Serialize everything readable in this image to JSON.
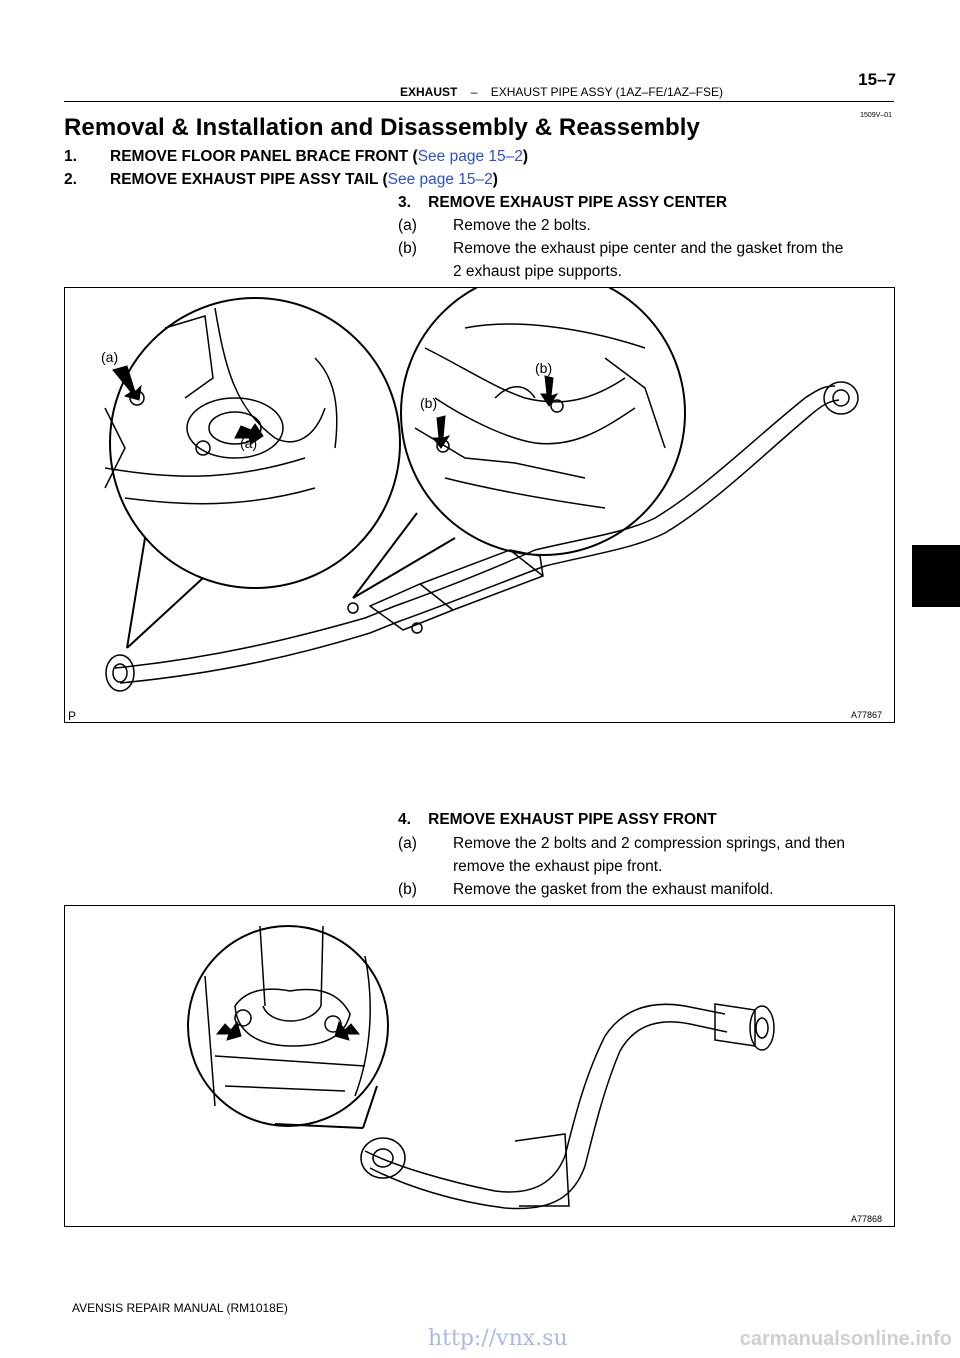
{
  "header": {
    "section": "EXHAUST",
    "dash": "–",
    "subtitle": "EXHAUST PIPE ASSY (1AZ–FE/1AZ–FSE)",
    "page": "15–7",
    "code": "1509V–01"
  },
  "title": "Removal & Installation and Disassembly & Reassembly",
  "steps": [
    {
      "num": "1.",
      "text": "REMOVE FLOOR PANEL BRACE FRONT (",
      "link": "See page 15–2",
      "close": ")"
    },
    {
      "num": "2.",
      "text": "REMOVE EXHAUST PIPE ASSY TAIL (",
      "link": "See page 15–2",
      "close": ")"
    }
  ],
  "step3": {
    "heading": "3.    REMOVE EXHAUST PIPE ASSY CENTER",
    "a_label": "(a)",
    "a_text": "Remove the 2 bolts.",
    "b_label": "(b)",
    "b_text": "Remove the exhaust pipe center and the gasket from the",
    "b_text2": "2 exhaust pipe supports."
  },
  "figure1": {
    "callout_a1": "(a)",
    "callout_a2": "(a)",
    "callout_b1": "(b)",
    "callout_b2": "(b)",
    "corner_mark": "P",
    "id": "A77867"
  },
  "step4": {
    "heading": "4.    REMOVE EXHAUST PIPE ASSY FRONT",
    "a_label": "(a)",
    "a_text": "Remove the 2 bolts and 2 compression springs, and then",
    "a_text2": "remove the exhaust pipe front.",
    "b_label": "(b)",
    "b_text": "Remove the gasket from the exhaust manifold."
  },
  "figure2": {
    "id": "A77868"
  },
  "footer": "AVENSIS REPAIR MANUAL   (RM1018E)",
  "watermark": {
    "left": "http://vnx.su",
    "right": "carmanualsonline.info"
  },
  "colors": {
    "link": "#2a50d0",
    "text": "#000000"
  }
}
